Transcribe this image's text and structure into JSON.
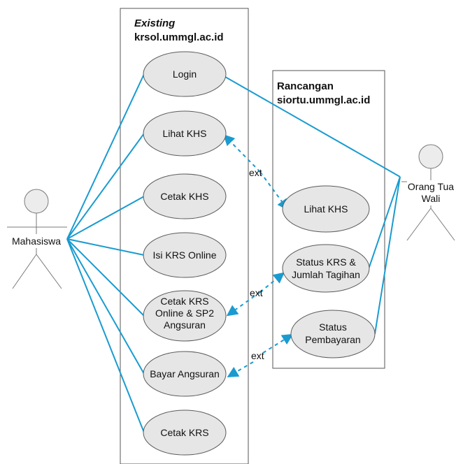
{
  "systems": {
    "existing": {
      "title": "Existing",
      "subtitle": "krsol.ummgl.ac.id"
    },
    "rancangan": {
      "title": "Rancangan",
      "subtitle": "siortu.ummgl.ac.id"
    }
  },
  "actors": {
    "mahasiswa": "Mahasiswa",
    "orang_tua_line1": "Orang Tua",
    "orang_tua_line2": "Wali"
  },
  "usecases": {
    "login": "Login",
    "lihat_khs": "Lihat KHS",
    "cetak_khs": "Cetak KHS",
    "isi_krs": "Isi KRS Online",
    "cetak_krs_sp2_1": "Cetak KRS",
    "cetak_krs_sp2_2": "Online & SP2",
    "cetak_krs_sp2_3": "Angsuran",
    "bayar_angsuran": "Bayar Angsuran",
    "cetak_krs": "Cetak KRS",
    "r_lihat_khs": "Lihat KHS",
    "r_status_krs_1": "Status KRS &",
    "r_status_krs_2": "Jumlah Tagihan",
    "r_status_bayar_1": "Status",
    "r_status_bayar_2": "Pembayaran"
  },
  "relations": {
    "ext1": "ext",
    "ext2": "ext",
    "ext3": "ext"
  },
  "colors": {
    "association": "#1a9bd0",
    "usecase_fill": "#e6e6e6"
  }
}
